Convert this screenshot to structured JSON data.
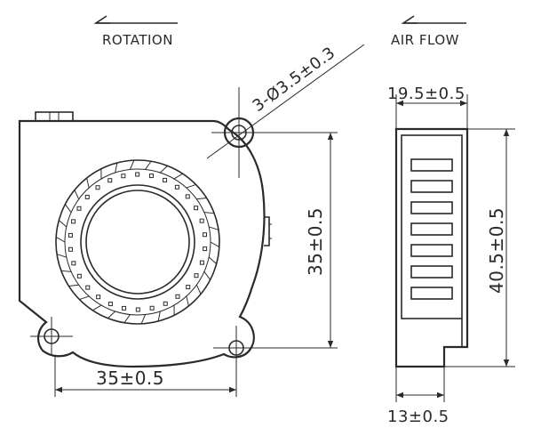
{
  "labels": {
    "rotation": "ROTATION",
    "air_flow": "AIR FLOW",
    "hole_spec": "3-Ø3.5±0.3",
    "front_height": "35±0.5",
    "front_width": "35±0.5",
    "side_width_top": "19.5±0.5",
    "side_height": "40.5±0.5",
    "side_width_bottom": "13±0.5"
  },
  "icons": {
    "rotation": "rotation-arrow-icon",
    "air_flow": "air-flow-arrow-icon"
  },
  "colors": {
    "line": "#2a2a2a",
    "background": "#ffffff"
  }
}
